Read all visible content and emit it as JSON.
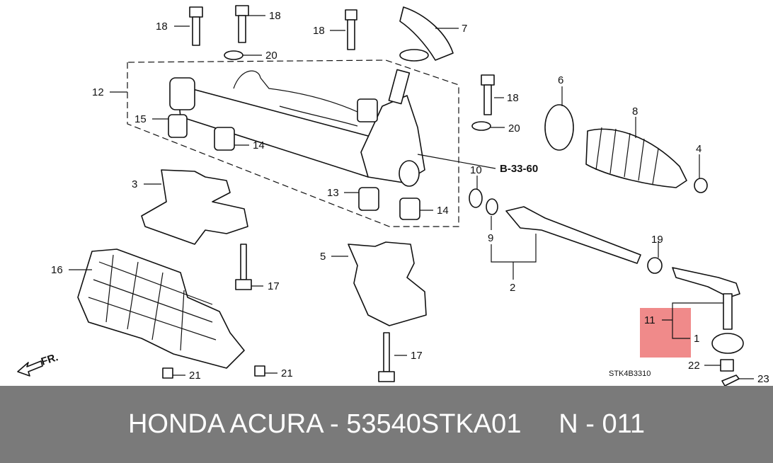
{
  "diagram": {
    "callouts": [
      "1",
      "2",
      "3",
      "4",
      "5",
      "6",
      "7",
      "8",
      "9",
      "10",
      "11",
      "12",
      "13",
      "14",
      "15",
      "16",
      "17",
      "18",
      "19",
      "20",
      "21",
      "22",
      "23"
    ],
    "reference_label": "B-33-60",
    "drawing_code": "STK4B3310",
    "front_label": "FR.",
    "highlight_color": "#f08a8a"
  },
  "footer": {
    "brand": "HONDA ACURA",
    "separator": " - ",
    "part_number": "53540STKA01",
    "position": "N - 011"
  }
}
